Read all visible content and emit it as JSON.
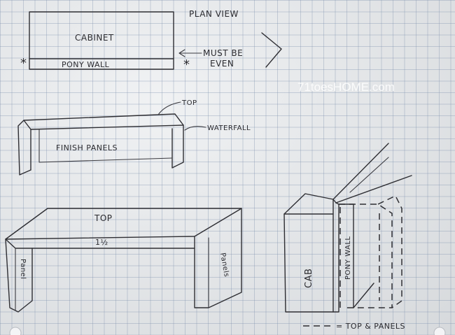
{
  "labels": {
    "plan_view": "PLAN VIEW",
    "cabinet": "CABINET",
    "pony_wall": "PONY WALL",
    "must_be": "MUST BE",
    "even": "EVEN",
    "asterisk": "*",
    "top_small": "TOP",
    "waterfall": "WATERFALL",
    "finish_panels": "FINISH PANELS",
    "top_large": "TOP",
    "one_and_half": "1½",
    "panel_left": "Panel",
    "panels_right": "Panels",
    "cab": "CAB",
    "pony_wall_vertical": "PONY WALL",
    "legend_text": "= TOP & PANELS"
  },
  "watermark": "71toesHOME.com"
}
